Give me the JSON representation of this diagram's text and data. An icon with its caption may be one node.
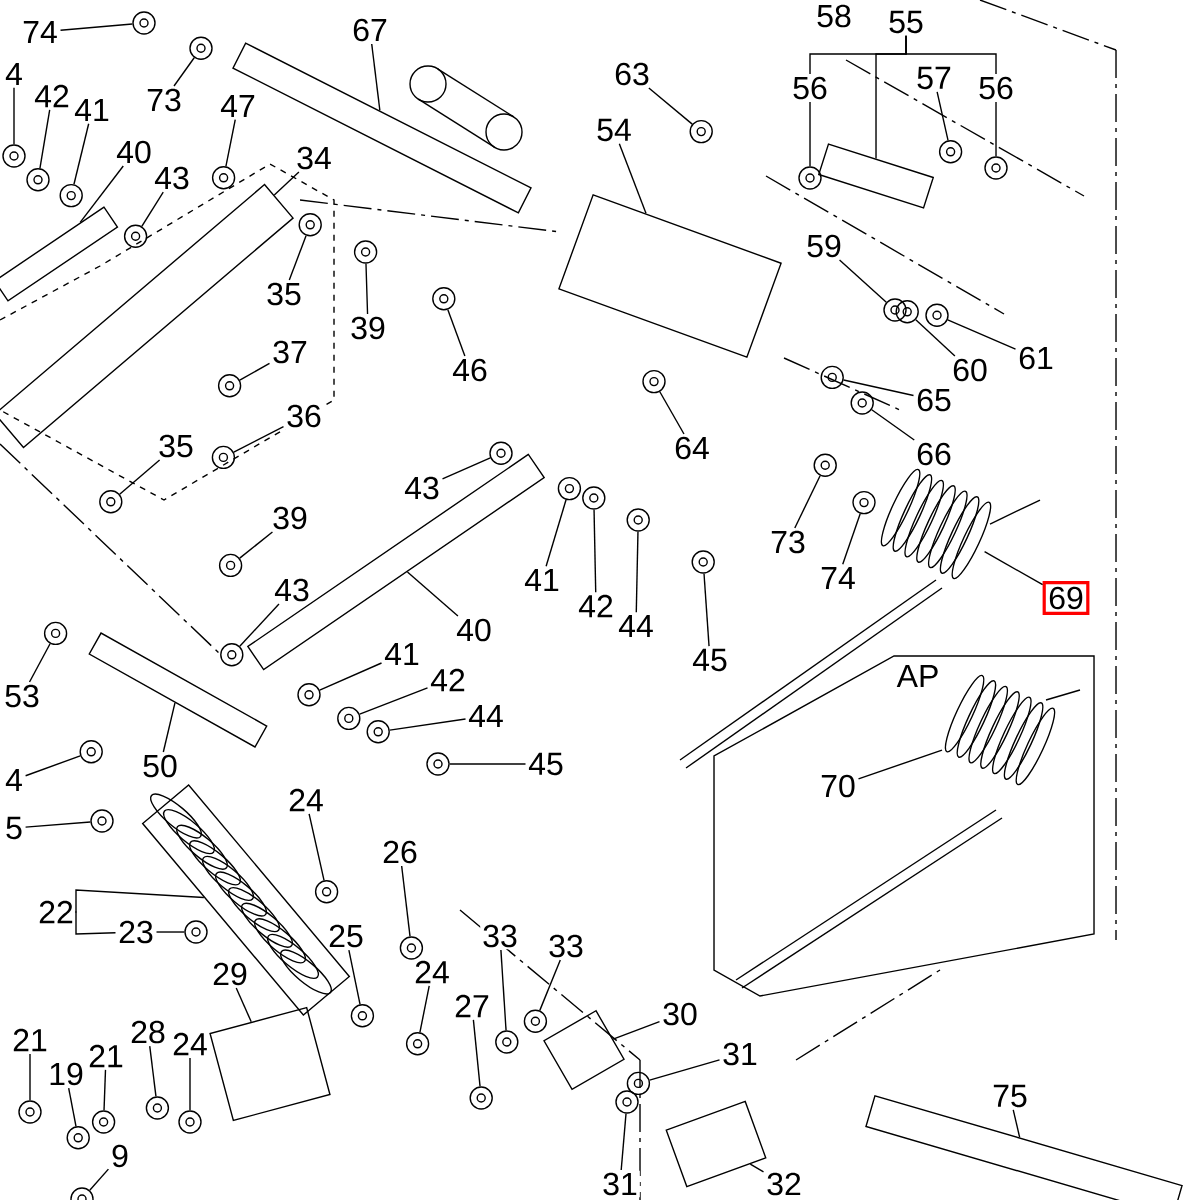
{
  "diagram": {
    "nodes": [
      {
        "text": [
          "74"
        ]
      },
      {
        "text": [
          "73"
        ]
      },
      {
        "text": [
          "67"
        ]
      },
      {
        "text": [
          "4"
        ]
      },
      {
        "text": [
          "42"
        ]
      },
      {
        "text": [
          "41"
        ]
      },
      {
        "text": [
          "40"
        ]
      },
      {
        "text": [
          "43"
        ]
      },
      {
        "text": [
          "47"
        ]
      },
      {
        "text": [
          "34"
        ]
      },
      {
        "text": [
          "35"
        ]
      },
      {
        "text": [
          "39"
        ]
      },
      {
        "text": [
          "46"
        ]
      },
      {
        "text": [
          "63"
        ]
      },
      {
        "text": [
          "54"
        ]
      },
      {
        "text": [
          "55"
        ]
      },
      {
        "text": [
          "56"
        ]
      },
      {
        "text": [
          "57"
        ]
      },
      {
        "text": [
          "56"
        ]
      },
      {
        "text": [
          "59"
        ]
      },
      {
        "text": [
          "60"
        ]
      },
      {
        "text": [
          "61"
        ]
      },
      {
        "text": [
          "65"
        ]
      },
      {
        "text": [
          "64"
        ]
      },
      {
        "text": [
          "66"
        ]
      },
      {
        "text": [
          "37"
        ]
      },
      {
        "text": [
          "36"
        ]
      },
      {
        "text": [
          "35"
        ]
      },
      {
        "text": [
          "39"
        ]
      },
      {
        "text": [
          "43"
        ]
      },
      {
        "text": [
          "40"
        ]
      },
      {
        "text": [
          "41"
        ]
      },
      {
        "text": [
          "42"
        ]
      },
      {
        "text": [
          "44"
        ]
      },
      {
        "text": [
          "45"
        ]
      },
      {
        "text": [
          "73"
        ]
      },
      {
        "text": [
          "74"
        ]
      },
      {
        "text": [
          "69"
        ]
      },
      {
        "text": [
          "43"
        ]
      },
      {
        "text": [
          "41"
        ]
      },
      {
        "text": [
          "42"
        ]
      },
      {
        "text": [
          "44"
        ]
      },
      {
        "text": [
          "45"
        ]
      },
      {
        "text": [
          "53"
        ]
      },
      {
        "text": [
          "50"
        ]
      },
      {
        "text": [
          "4"
        ]
      },
      {
        "text": [
          "5"
        ]
      },
      {
        "text": [
          "AP"
        ]
      },
      {
        "text": [
          "70"
        ],
        "in": 47
      },
      {
        "text": [
          "24"
        ]
      },
      {
        "text": [
          "26"
        ]
      },
      {
        "text": [
          "22"
        ]
      },
      {
        "text": [
          "23"
        ]
      },
      {
        "text": [
          "25"
        ]
      },
      {
        "text": [
          "24"
        ]
      },
      {
        "text": [
          "27"
        ]
      },
      {
        "text": [
          "33"
        ]
      },
      {
        "text": [
          "33"
        ]
      },
      {
        "text": [
          "29"
        ]
      },
      {
        "text": [
          "30"
        ]
      },
      {
        "text": [
          "31"
        ]
      },
      {
        "text": [
          "31"
        ]
      },
      {
        "text": [
          "32"
        ]
      },
      {
        "text": [
          "75"
        ]
      },
      {
        "text": [
          "28"
        ]
      },
      {
        "text": [
          "24"
        ]
      },
      {
        "text": [
          "21"
        ]
      },
      {
        "text": [
          "21"
        ]
      },
      {
        "text": [
          "19"
        ]
      },
      {
        "text": [
          "9"
        ]
      },
      {
        "text": [],
        "shape": "circle"
      },
      {
        "text": [],
        "shape": "circle"
      },
      {
        "text": [],
        "shape": "cylinder"
      },
      {
        "text": [],
        "shape": "circle"
      },
      {
        "text": [],
        "shape": "circle"
      },
      {
        "text": [],
        "shape": "circle"
      },
      {
        "text": [],
        "shape": "cylinder"
      },
      {
        "text": [],
        "shape": "circle"
      },
      {
        "text": [],
        "shape": "circle"
      },
      {
        "text": [],
        "shape": "cylinder"
      },
      {
        "text": [],
        "shape": "circle"
      },
      {
        "text": [],
        "shape": "circle"
      },
      {
        "text": [],
        "shape": "circle"
      },
      {
        "text": [],
        "shape": "circle"
      },
      {
        "text": [],
        "shape": "plate"
      },
      {
        "text": [],
        "shape": "cylinder"
      },
      {
        "text": [],
        "shape": "circle"
      },
      {
        "text": [],
        "shape": "circle"
      },
      {
        "text": [],
        "shape": "circle"
      },
      {
        "text": [],
        "shape": "circle"
      },
      {
        "text": [],
        "shape": "circle"
      },
      {
        "text": [],
        "shape": "circle"
      },
      {
        "text": [],
        "shape": "circle"
      },
      {
        "text": [],
        "shape": "circle"
      },
      {
        "text": [],
        "shape": "circle"
      },
      {
        "text": [],
        "shape": "circle"
      },
      {
        "text": [],
        "shape": "circle"
      },
      {
        "text": [],
        "shape": "circle"
      },
      {
        "text": [],
        "shape": "circle"
      },
      {
        "text": [],
        "shape": "circle"
      },
      {
        "text": [],
        "shape": "cylinder"
      },
      {
        "text": [],
        "shape": "circle"
      },
      {
        "text": [],
        "shape": "circle"
      },
      {
        "text": [],
        "shape": "circle"
      },
      {
        "text": [],
        "shape": "circle"
      },
      {
        "text": [],
        "shape": "circle"
      },
      {
        "text": [],
        "shape": "circle"
      },
      {
        "text": [],
        "shape": "spring"
      },
      {
        "text": [],
        "shape": "circle"
      },
      {
        "text": [],
        "shape": "circle"
      },
      {
        "text": [],
        "shape": "circle"
      },
      {
        "text": [],
        "shape": "circle"
      },
      {
        "text": [],
        "shape": "circle"
      },
      {
        "text": [],
        "shape": "circle"
      },
      {
        "text": [],
        "shape": "cylinder"
      },
      {
        "text": [],
        "shape": "circle"
      },
      {
        "text": [],
        "shape": "circle"
      },
      {
        "text": [],
        "shape": "spring",
        "in": 47
      },
      {
        "text": [],
        "shape": "circle"
      },
      {
        "text": [],
        "shape": "circle"
      },
      {
        "text": [],
        "shape": "cylinder"
      },
      {
        "text": [],
        "shape": "circle"
      },
      {
        "text": [],
        "shape": "circle"
      },
      {
        "text": [],
        "shape": "circle"
      },
      {
        "text": [],
        "shape": "circle"
      },
      {
        "text": [],
        "shape": "circle"
      },
      {
        "text": [],
        "shape": "circle"
      },
      {
        "text": [],
        "shape": "plate"
      },
      {
        "text": [],
        "shape": "plate"
      },
      {
        "text": [],
        "shape": "circle"
      },
      {
        "text": [],
        "shape": "circle"
      },
      {
        "text": [],
        "shape": "plate"
      },
      {
        "text": [],
        "shape": "cylinder"
      },
      {
        "text": [],
        "shape": "circle"
      },
      {
        "text": [],
        "shape": "circle"
      },
      {
        "text": [],
        "shape": "circle"
      },
      {
        "text": [],
        "shape": "circle"
      },
      {
        "text": [],
        "shape": "circle"
      },
      {
        "text": [],
        "shape": "circle"
      }
    ],
    "edges": [
      {
        "from": 0,
        "to": 70,
        "arrow": "none"
      },
      {
        "from": 1,
        "to": 71,
        "arrow": "none"
      },
      {
        "from": 2,
        "to": 72,
        "arrow": "none"
      },
      {
        "from": 3,
        "to": 73,
        "arrow": "none"
      },
      {
        "from": 4,
        "to": 74,
        "arrow": "none"
      },
      {
        "from": 5,
        "to": 75,
        "arrow": "none"
      },
      {
        "from": 6,
        "to": 76,
        "arrow": "none"
      },
      {
        "from": 7,
        "to": 77,
        "arrow": "none"
      },
      {
        "from": 8,
        "to": 78,
        "arrow": "none"
      },
      {
        "from": 9,
        "to": 79,
        "arrow": "none"
      },
      {
        "from": 10,
        "to": 80,
        "arrow": "none"
      },
      {
        "from": 11,
        "to": 81,
        "arrow": "none"
      },
      {
        "from": 12,
        "to": 82,
        "arrow": "none"
      },
      {
        "from": 13,
        "to": 83,
        "arrow": "none"
      },
      {
        "from": 14,
        "to": 84,
        "arrow": "none"
      },
      {
        "from": 15,
        "to": 85,
        "arrow": "none"
      },
      {
        "from": 16,
        "to": 86,
        "arrow": "none"
      },
      {
        "from": 17,
        "to": 87,
        "arrow": "none"
      },
      {
        "from": 18,
        "to": 88,
        "arrow": "none"
      },
      {
        "from": 19,
        "to": 89,
        "arrow": "none"
      },
      {
        "from": 20,
        "to": 90,
        "arrow": "none"
      },
      {
        "from": 21,
        "to": 91,
        "arrow": "none"
      },
      {
        "from": 22,
        "to": 92,
        "arrow": "none"
      },
      {
        "from": 23,
        "to": 93,
        "arrow": "none"
      },
      {
        "from": 24,
        "to": 94,
        "arrow": "none"
      },
      {
        "from": 25,
        "to": 95,
        "arrow": "none"
      },
      {
        "from": 26,
        "to": 96,
        "arrow": "none"
      },
      {
        "from": 27,
        "to": 97,
        "arrow": "none"
      },
      {
        "from": 28,
        "to": 98,
        "arrow": "none"
      },
      {
        "from": 29,
        "to": 99,
        "arrow": "none"
      },
      {
        "from": 30,
        "to": 100,
        "arrow": "none"
      },
      {
        "from": 31,
        "to": 101,
        "arrow": "none"
      },
      {
        "from": 32,
        "to": 102,
        "arrow": "none"
      },
      {
        "from": 33,
        "to": 103,
        "arrow": "none"
      },
      {
        "from": 34,
        "to": 104,
        "arrow": "none"
      },
      {
        "from": 35,
        "to": 105,
        "arrow": "none"
      },
      {
        "from": 36,
        "to": 106,
        "arrow": "none"
      },
      {
        "from": 37,
        "to": 107,
        "arrow": "none"
      },
      {
        "from": 38,
        "to": 108,
        "arrow": "none"
      },
      {
        "from": 39,
        "to": 109,
        "arrow": "none"
      },
      {
        "from": 40,
        "to": 110,
        "arrow": "none"
      },
      {
        "from": 41,
        "to": 111,
        "arrow": "none"
      },
      {
        "from": 42,
        "to": 112,
        "arrow": "none"
      },
      {
        "from": 43,
        "to": 113,
        "arrow": "none"
      },
      {
        "from": 44,
        "to": 114,
        "arrow": "none"
      },
      {
        "from": 45,
        "to": 115,
        "arrow": "none"
      },
      {
        "from": 46,
        "to": 116,
        "arrow": "none"
      },
      {
        "from": 48,
        "to": 117,
        "arrow": "none"
      },
      {
        "from": 49,
        "to": 118,
        "arrow": "none"
      },
      {
        "from": 50,
        "to": 119,
        "arrow": "none"
      },
      {
        "from": 51,
        "to": 120,
        "arrow": "none"
      },
      {
        "from": 52,
        "to": 121,
        "arrow": "none"
      },
      {
        "from": 53,
        "to": 122,
        "arrow": "none"
      },
      {
        "from": 54,
        "to": 123,
        "arrow": "none"
      },
      {
        "from": 55,
        "to": 124,
        "arrow": "none"
      },
      {
        "from": 56,
        "to": 125,
        "arrow": "none"
      },
      {
        "from": 57,
        "to": 126,
        "arrow": "none"
      },
      {
        "from": 58,
        "to": 127,
        "arrow": "none"
      },
      {
        "from": 59,
        "to": 128,
        "arrow": "none"
      },
      {
        "from": 60,
        "to": 129,
        "arrow": "none"
      },
      {
        "from": 61,
        "to": 130,
        "arrow": "none"
      },
      {
        "from": 62,
        "to": 131,
        "arrow": "none"
      },
      {
        "from": 63,
        "to": 132,
        "arrow": "none"
      },
      {
        "from": 64,
        "to": 133,
        "arrow": "none"
      },
      {
        "from": 65,
        "to": 134,
        "arrow": "none"
      },
      {
        "from": 66,
        "to": 135,
        "arrow": "none"
      },
      {
        "from": 67,
        "to": 136,
        "arrow": "none"
      },
      {
        "from": 68,
        "to": 137,
        "arrow": "none"
      },
      {
        "from": 69,
        "to": 138,
        "arrow": "none"
      },
      {
        "from": 15,
        "to": 16,
        "arrow": "none"
      },
      {
        "from": 15,
        "to": 18,
        "arrow": "none"
      },
      {
        "from": 51,
        "to": 52,
        "arrow": "none"
      }
    ],
    "labels": [
      "58"
    ]
  }
}
